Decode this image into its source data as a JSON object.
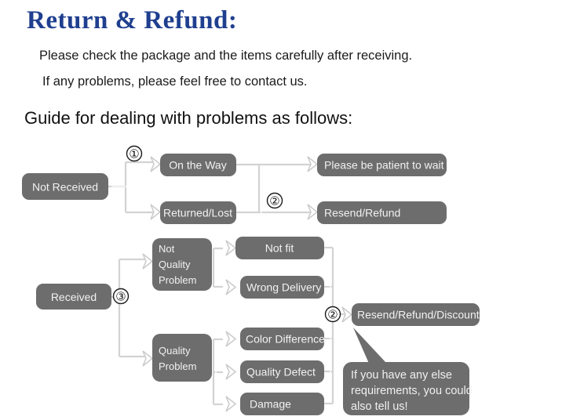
{
  "header": {
    "title": "Return & Refund:",
    "line1": "Please check the package and the items carefully after receiving.",
    "line2": "If any problems, please feel free to contact us.",
    "guide": "Guide for dealing with problems as follows:"
  },
  "colors": {
    "title": "#1f3f8f",
    "node_fill": "#6d6d6d",
    "node_text": "#f2f2f2",
    "connector": "#d3d3d3",
    "background": "#ffffff"
  },
  "flow": {
    "markers": [
      {
        "id": "marker-1",
        "label": "①"
      },
      {
        "id": "marker-2-top",
        "label": "②"
      },
      {
        "id": "marker-3",
        "label": "③"
      },
      {
        "id": "marker-2-bottom",
        "label": "②"
      }
    ],
    "nodes": {
      "not_received": "Not Received",
      "on_the_way": "On the Way",
      "returned_lost": "Returned/Lost",
      "please_wait": "Please be patient to wait",
      "resend_refund": "Resend/Refund",
      "received": "Received",
      "not_quality_problem_l1": "Not",
      "not_quality_problem_l2": "Quality",
      "not_quality_problem_l3": "Problem",
      "quality_problem_l1": "Quality",
      "quality_problem_l2": "Problem",
      "not_fit": "Not fit",
      "wrong_delivery": "Wrong Delivery",
      "color_difference": "Color Difference",
      "quality_defect": "Quality Defect",
      "damage": "Damage",
      "resend_refund_discount": "Resend/Refund/Discount"
    },
    "callout": {
      "line1": "If you have any else",
      "line2": "requirements, you could",
      "line3": "also tell us!"
    }
  }
}
